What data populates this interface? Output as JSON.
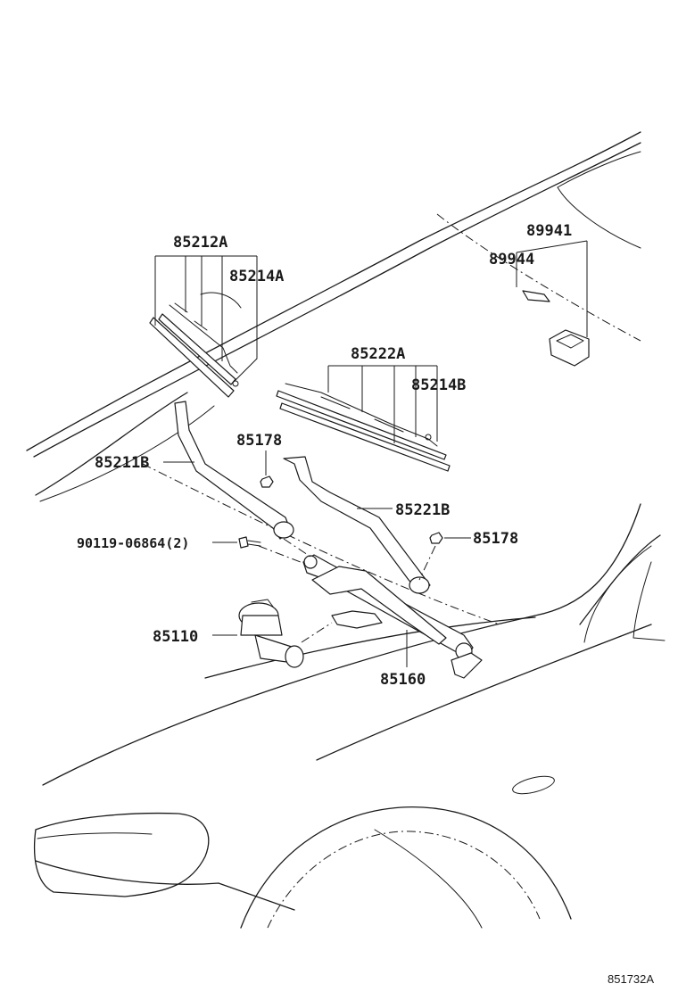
{
  "parts": [
    {
      "id": "p85212A",
      "number": "85212A"
    },
    {
      "id": "p85214A",
      "number": "85214A"
    },
    {
      "id": "p89941",
      "number": "89941"
    },
    {
      "id": "p89944",
      "number": "89944"
    },
    {
      "id": "p85222A",
      "number": "85222A"
    },
    {
      "id": "p85214B",
      "number": "85214B"
    },
    {
      "id": "p85178a",
      "number": "85178"
    },
    {
      "id": "p85211B",
      "number": "85211B"
    },
    {
      "id": "p85221B",
      "number": "85221B"
    },
    {
      "id": "p90119",
      "number": "90119-06864(2)"
    },
    {
      "id": "p85178b",
      "number": "85178"
    },
    {
      "id": "p85110",
      "number": "85110"
    },
    {
      "id": "p85160",
      "number": "85160"
    }
  ],
  "illustration_id": "851732A"
}
